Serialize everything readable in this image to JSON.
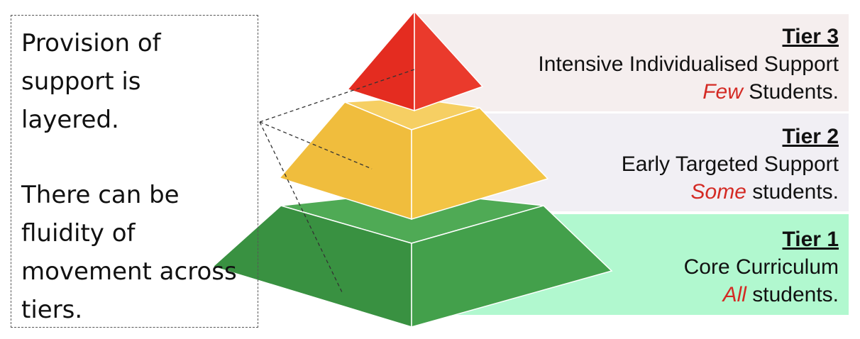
{
  "info_box": {
    "line1": "Provision of",
    "line2": "support is",
    "line3": "layered.",
    "line4": "There can be",
    "line5": "fluidity of",
    "line6": "movement across",
    "line7": "tiers."
  },
  "tiers": [
    {
      "title": "Tier 3",
      "subtitle": "Intensive Individualised Support",
      "emphasis": "Few",
      "suffix": " Students.",
      "band_color": "#f5eeee",
      "layer_color": "#e8322a"
    },
    {
      "title": "Tier 2",
      "subtitle": "Early Targeted Support",
      "emphasis": "Some",
      "suffix": " students.",
      "band_color": "#f1eff4",
      "layer_color": "#f2c043"
    },
    {
      "title": "Tier 1",
      "subtitle": "Core Curriculum",
      "emphasis": "All",
      "suffix": " students.",
      "band_color": "#b1f8cf",
      "layer_color": "#3f9e49"
    }
  ],
  "emphasis_color": "#d42a24"
}
